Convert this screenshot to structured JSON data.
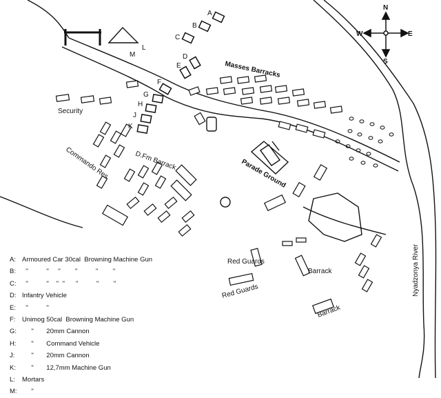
{
  "compass": {
    "n": "N",
    "s": "S",
    "e": "E",
    "w": "W"
  },
  "labels": {
    "masses_barracks": "Masses Barracks",
    "security": "Security",
    "commando_res": "Commando Res",
    "dfm_barrack": "D.Fm Barrack",
    "parade_ground": "Parade Ground",
    "red_guards_1": "Red Guards",
    "red_guards_2": "Red Guards",
    "barrack_1": "Barrack",
    "barrack_2": "Barrack",
    "river": "Nyadzonya River"
  },
  "vehicle_letters": [
    "A",
    "B",
    "C",
    "D",
    "E",
    "F",
    "G",
    "H",
    "J",
    "K",
    "L",
    "M"
  ],
  "legend": [
    {
      "key": "A:",
      "desc": "Armoured Car 30cal  Browning Machine Gun"
    },
    {
      "key": "B:",
      "desc": "  ''          ''     ''        ''          ''        ''"
    },
    {
      "key": "C:",
      "desc": "  ''          ''    ''  ''      ''          ''        ''"
    },
    {
      "key": "D:",
      "desc": "Infantry Vehicle"
    },
    {
      "key": "E:",
      "desc": "  ''          ''"
    },
    {
      "key": "F:",
      "desc": "Unimog 50cal  Browning Machine Gun"
    },
    {
      "key": "G:",
      "desc": "     ''       20mm Cannon"
    },
    {
      "key": "H:",
      "desc": "     ''       Command Vehicle"
    },
    {
      "key": "J:",
      "desc": "     ''       20mm Cannon"
    },
    {
      "key": "K:",
      "desc": "     ''       12,7mm Machine Gun"
    },
    {
      "key": "L:",
      "desc": "Mortars"
    },
    {
      "key": "M:",
      "desc": "     ''"
    }
  ]
}
